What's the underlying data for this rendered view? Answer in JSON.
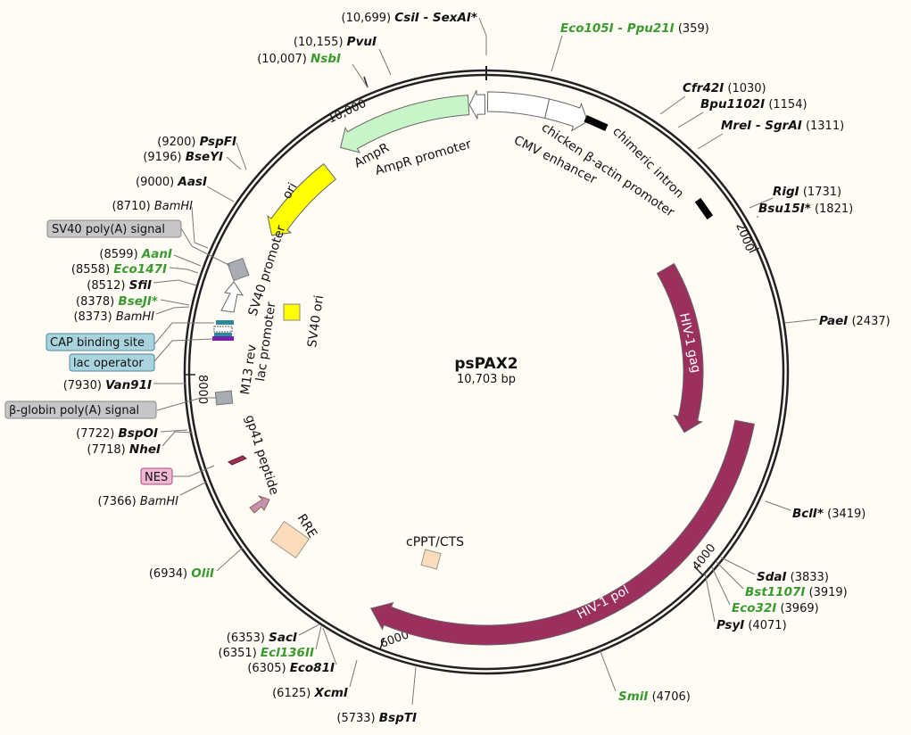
{
  "plasmid": {
    "name": "psPAX2",
    "length": "10,703 bp"
  },
  "ticks": [
    "10,000",
    "2000",
    "4000",
    "6000",
    "8000"
  ],
  "features": {
    "ampr": "AmpR",
    "ampr_promoter": "AmpR promoter",
    "cmv_enhancer": "CMV enhancer",
    "chicken_actin_promoter": "chicken β-actin promoter",
    "chimeric_intron": "chimeric intron",
    "ori": "ori",
    "sv40_promoter": "SV40 promoter",
    "sv40_ori": "SV40 ori",
    "lac_promoter": "lac promoter",
    "m13_rev": "M13 rev",
    "hiv1_gag": "HIV-1 gag",
    "hiv1_pol": "HIV-1 pol",
    "gp41_peptide": "gp41 peptide",
    "rre": "RRE",
    "cppt_cts": "cPPT/CTS",
    "sv40_polya": "SV40 poly(A) signal",
    "cap_binding_site": "CAP binding site",
    "lac_operator": "lac operator",
    "beta_globin_polya": "β-globin poly(A) signal",
    "nes": "NES"
  },
  "colors": {
    "gag_pol": "#9b2f5e",
    "ampr": "#c8f5c8",
    "ori": "#ffff00",
    "rre": "#fddcbc",
    "green_enzyme": "#3a9a2e"
  },
  "sites": [
    {
      "pos": "(10,699)",
      "name": "CsiI - SexAI*",
      "color": "black"
    },
    {
      "pos": "(10,155)",
      "name": "PvuI",
      "color": "black"
    },
    {
      "pos": "(10,007)",
      "name": "NsbI",
      "color": "green"
    },
    {
      "pos": "(359)",
      "name": "Eco105I - Ppu21I",
      "color": "green"
    },
    {
      "pos": "(1030)",
      "name": "Cfr42I",
      "color": "black"
    },
    {
      "pos": "(1154)",
      "name": "Bpu1102I",
      "color": "black"
    },
    {
      "pos": "(1311)",
      "name": "MreI - SgrAI",
      "color": "black"
    },
    {
      "pos": "(1731)",
      "name": "RigI",
      "color": "black"
    },
    {
      "pos": "(1821)",
      "name": "Bsu15I*",
      "color": "black"
    },
    {
      "pos": "(2437)",
      "name": "PaeI",
      "color": "black"
    },
    {
      "pos": "(3419)",
      "name": "BclI*",
      "color": "black"
    },
    {
      "pos": "(3833)",
      "name": "SdaI",
      "color": "black"
    },
    {
      "pos": "(3919)",
      "name": "Bst1107I",
      "color": "green"
    },
    {
      "pos": "(3969)",
      "name": "Eco32I",
      "color": "green"
    },
    {
      "pos": "(4071)",
      "name": "PsyI",
      "color": "black"
    },
    {
      "pos": "(4706)",
      "name": "SmiI",
      "color": "green"
    },
    {
      "pos": "(5733)",
      "name": "BspTI",
      "color": "black"
    },
    {
      "pos": "(6125)",
      "name": "XcmI",
      "color": "black"
    },
    {
      "pos": "(6305)",
      "name": "Eco81I",
      "color": "black"
    },
    {
      "pos": "(6351)",
      "name": "Ecl136II",
      "color": "green"
    },
    {
      "pos": "(6353)",
      "name": "SacI",
      "color": "black"
    },
    {
      "pos": "(6934)",
      "name": "OliI",
      "color": "green"
    },
    {
      "pos": "(7366)",
      "name": "BamHI",
      "color": "black"
    },
    {
      "pos": "(7718)",
      "name": "NheI",
      "color": "black"
    },
    {
      "pos": "(7722)",
      "name": "BspOI",
      "color": "black"
    },
    {
      "pos": "(7930)",
      "name": "Van91I",
      "color": "black"
    },
    {
      "pos": "(8373)",
      "name": "BamHI",
      "color": "black"
    },
    {
      "pos": "(8378)",
      "name": "BseJI*",
      "color": "green"
    },
    {
      "pos": "(8512)",
      "name": "SfiI",
      "color": "black"
    },
    {
      "pos": "(8558)",
      "name": "Eco147I",
      "color": "green"
    },
    {
      "pos": "(8599)",
      "name": "AanI",
      "color": "green"
    },
    {
      "pos": "(8710)",
      "name": "BamHI",
      "color": "black"
    },
    {
      "pos": "(9000)",
      "name": "AasI",
      "color": "black"
    },
    {
      "pos": "(9196)",
      "name": "BseYI",
      "color": "black"
    },
    {
      "pos": "(9200)",
      "name": "PspFI",
      "color": "black"
    }
  ]
}
